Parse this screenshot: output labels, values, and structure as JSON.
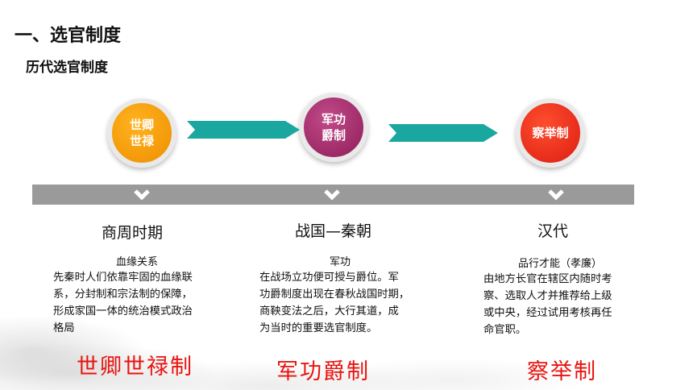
{
  "title": "一、选官制度",
  "subtitle": "历代选官制度",
  "colors": {
    "orange": "#f49a07",
    "purple": "#9e2a69",
    "red": "#e8261a",
    "teal": "#1aa7a0",
    "gray_bar": "#9a9a9a",
    "calligraphy_red": "#e8140f"
  },
  "stages": [
    {
      "circle_label": "世卿\n世禄",
      "era": "商周时期",
      "system": "血缘关系",
      "description": [
        "先秦时人们依靠牢固的血缘联",
        "系，分封制和宗法制的保障，",
        "形成家国一体的统治模式政治",
        "格局"
      ],
      "calligraphy": "世卿世禄制"
    },
    {
      "circle_label": "军功\n爵制",
      "era": "战国—秦朝",
      "system": "军功",
      "description": [
        "在战场立功便可授与爵位。军",
        "功爵制度出现在春秋战国时期，",
        "商鞅变法之后，大行其道，成",
        "为当时的重要选官制度。"
      ],
      "calligraphy": "军功爵制"
    },
    {
      "circle_label": "察举制",
      "era": "汉代",
      "system": "品行才能（孝廉）",
      "description": [
        "由地方长官在辖区内随时考",
        "察、选取人才并推荐给上级",
        "或中央，经过试用考核再任",
        "命官职。"
      ],
      "calligraphy": "察举制"
    }
  ],
  "icons": {
    "arrow": "teal-arrow-icon",
    "chevron": "chevron-down-icon"
  }
}
